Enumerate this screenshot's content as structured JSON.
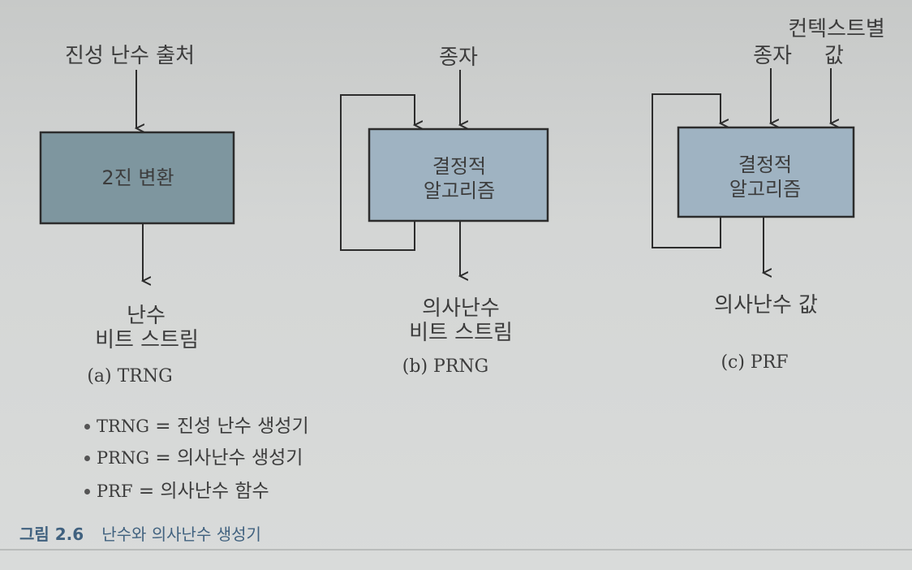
{
  "panel_a": {
    "input_label": "진성 난수 출처",
    "box_label": "2진 변환",
    "output_line1": "난수",
    "output_line2": "비트 스트림",
    "caption": "(a) TRNG"
  },
  "panel_b": {
    "input_label": "종자",
    "box_line1": "결정적",
    "box_line2": "알고리즘",
    "output_line1": "의사난수",
    "output_line2": "비트 스트림",
    "caption": "(b) PRNG"
  },
  "panel_c": {
    "input_seed_label": "종자",
    "input_ctx_line1": "컨텍스트별",
    "input_ctx_line2": "값",
    "box_line1": "결정적",
    "box_line2": "알고리즘",
    "output_label": "의사난수 값",
    "caption": "(c) PRF"
  },
  "legend": [
    {
      "abbr": "TRNG",
      "sep": " = ",
      "text": "진성 난수 생성기"
    },
    {
      "abbr": "PRNG",
      "sep": " = ",
      "text": "의사난수 생성기"
    },
    {
      "abbr": "PRF",
      "sep": " = ",
      "text": "의사난수 함수"
    }
  ],
  "figure": {
    "number": "그림 2.6",
    "title": "난수와 의사난수 생성기"
  },
  "colors": {
    "box_a": "#7e969f",
    "box_bc": "#9fb3c2",
    "stroke": "#2c2c2c"
  }
}
